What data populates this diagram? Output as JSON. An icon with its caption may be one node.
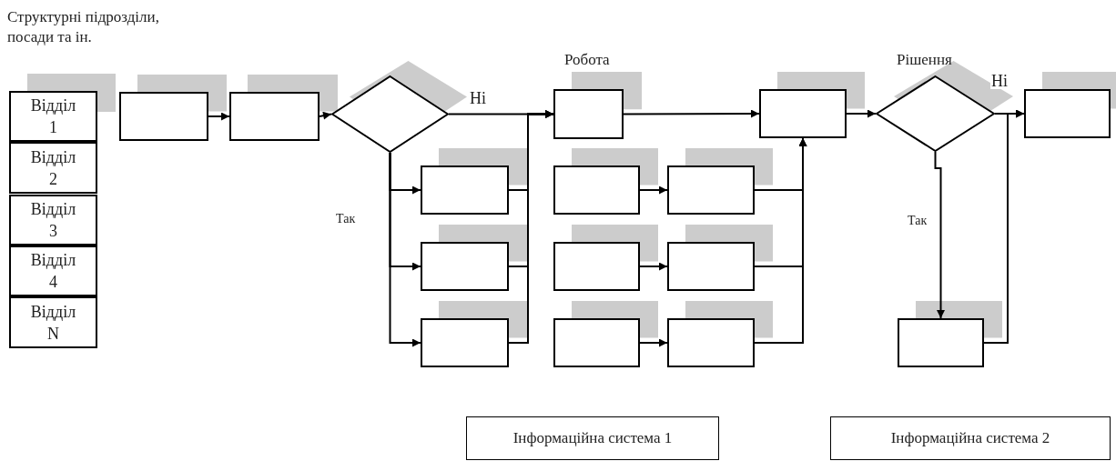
{
  "diagram": {
    "nodes": [
      {
        "text": [
          "Відділ 1"
        ]
      },
      {
        "text": [
          "Відділ 2"
        ]
      },
      {
        "text": [
          "Відділ 3"
        ]
      },
      {
        "text": [
          "Відділ 4"
        ]
      },
      {
        "text": [
          "Відділ N"
        ]
      },
      {
        "text": [],
        "shape": "box"
      },
      {
        "text": [],
        "shape": "box"
      },
      {
        "text": [],
        "shape": "diamond"
      },
      {
        "text": [],
        "shape": "box"
      },
      {
        "text": [],
        "shape": "box"
      },
      {
        "text": [],
        "shape": "box"
      },
      {
        "text": [],
        "shape": "box"
      },
      {
        "text": [],
        "shape": "box"
      },
      {
        "text": [],
        "shape": "box"
      },
      {
        "text": [],
        "shape": "box"
      },
      {
        "text": [],
        "shape": "box"
      },
      {
        "text": [],
        "shape": "box"
      },
      {
        "text": [],
        "shape": "box"
      },
      {
        "text": [],
        "shape": "box"
      },
      {
        "text": [],
        "shape": "diamond"
      },
      {
        "text": [],
        "shape": "box"
      },
      {
        "text": [],
        "shape": "box"
      },
      {
        "text": [
          "Інформаційна система 1"
        ]
      },
      {
        "text": [
          "Інформаційна система 2"
        ]
      }
    ],
    "edges": [
      {
        "from": 5,
        "to": 6,
        "arrow": "to"
      },
      {
        "from": 6,
        "to": 7,
        "arrow": "to"
      },
      {
        "from": 7,
        "to": 8,
        "arrow": "to",
        "label": "Ні"
      },
      {
        "from": 7,
        "to": 9,
        "arrow": "to",
        "label": "Так"
      },
      {
        "from": 7,
        "to": 10,
        "arrow": "to"
      },
      {
        "from": 7,
        "to": 11,
        "arrow": "to"
      },
      {
        "from": 9,
        "to": 8,
        "arrow": "to"
      },
      {
        "from": 10,
        "to": 8,
        "arrow": "to"
      },
      {
        "from": 11,
        "to": 8,
        "arrow": "to"
      },
      {
        "from": 8,
        "to": 18,
        "arrow": "to"
      },
      {
        "from": 12,
        "to": 13,
        "arrow": "to"
      },
      {
        "from": 14,
        "to": 15,
        "arrow": "to"
      },
      {
        "from": 16,
        "to": 17,
        "arrow": "to"
      },
      {
        "from": 13,
        "to": 18,
        "arrow": "to"
      },
      {
        "from": 15,
        "to": 18,
        "arrow": "to"
      },
      {
        "from": 17,
        "to": 18,
        "arrow": "to"
      },
      {
        "from": 18,
        "to": 19,
        "arrow": "to"
      },
      {
        "from": 19,
        "to": 20,
        "arrow": "to",
        "label": "Ні"
      },
      {
        "from": 19,
        "to": 21,
        "arrow": "to",
        "label": "Так"
      },
      {
        "from": 21,
        "to": 20,
        "arrow": "to"
      }
    ],
    "labels": [
      "Структурні підрозділи, посади та ін.",
      "Робота",
      "Рішення"
    ]
  }
}
